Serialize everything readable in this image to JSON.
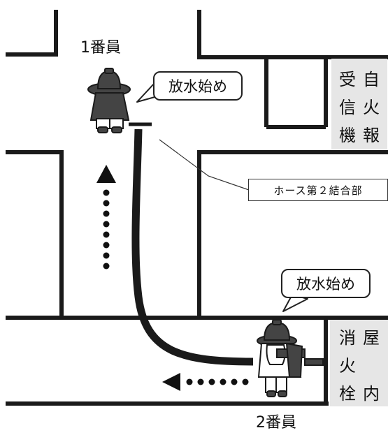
{
  "labels": {
    "worker1": "1番員",
    "worker2": "2番員",
    "bubble1": "放水始め",
    "bubble2": "放水始め",
    "coupling": "ホース第２結合部"
  },
  "panels": {
    "alarm_receiver": {
      "col_right": [
        "自",
        "火",
        "報"
      ],
      "col_left": [
        "受",
        "信",
        "機"
      ]
    },
    "hydrant": {
      "col_right": [
        "屋",
        "内"
      ],
      "col_left": [
        "消",
        "火",
        "栓"
      ]
    }
  },
  "colors": {
    "line": "#1a1a1a",
    "panel_fill": "#e6e6e6",
    "firefighter": "#444444"
  }
}
